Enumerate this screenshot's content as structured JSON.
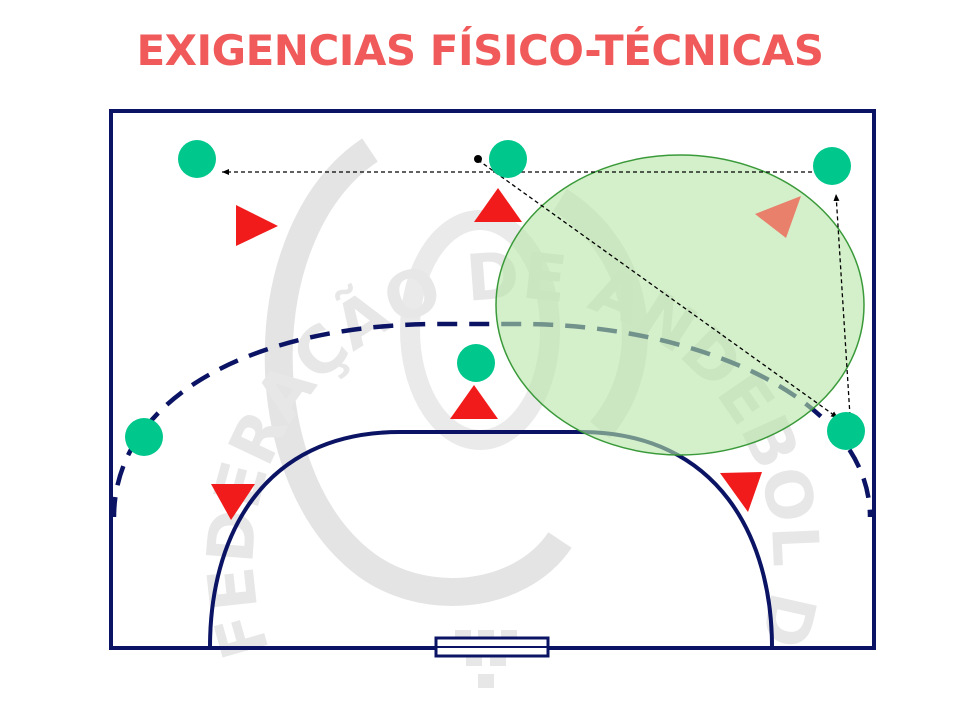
{
  "slide": {
    "title": "EXIGENCIAS FÍSICO-TÉCNICAS"
  },
  "watermark": {
    "text": "FEDERAÇÃO DE ANDEBOL DE PORTUGAL",
    "kind": "logo-watermark"
  },
  "colors": {
    "title": "#f05a5a",
    "court_line": "#0b1464",
    "attacker": "#00c78c",
    "defender": "#f21b1b",
    "defender_highlight": "#e8806b",
    "zone_fill": "#b7e6a6",
    "zone_stroke": "#3a9a3a",
    "pass_line": "#000000",
    "watermark": "#d4d4d4"
  },
  "icons": {
    "attacker": "circle",
    "defender": "triangle",
    "ball": "dot",
    "goal": "rectangle"
  }
}
